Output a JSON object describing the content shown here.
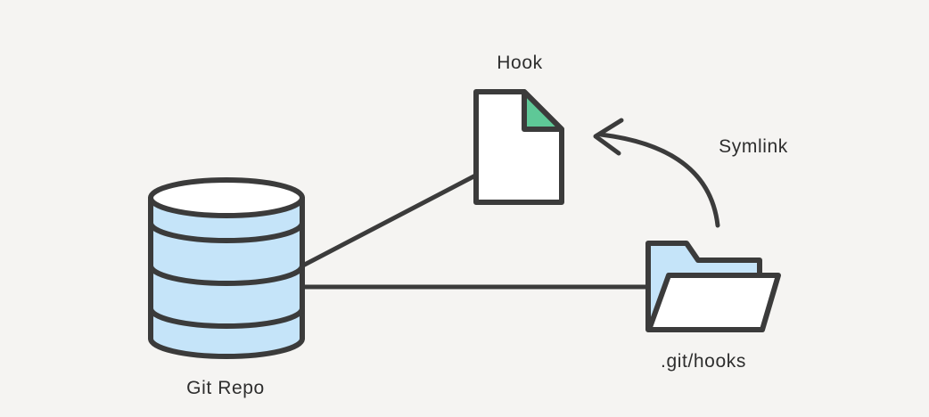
{
  "diagram": {
    "labels": {
      "hook": "Hook",
      "git_repo": "Git Repo",
      "git_hooks": ".git/hooks",
      "symlink": "Symlink"
    },
    "icons": {
      "git_repo": "database-icon",
      "hook": "document-icon",
      "git_hooks": "folder-icon",
      "symlink": "curved-arrow-icon"
    },
    "edges": {
      "repo_to_hook": "line",
      "repo_to_hooks_dir": "line",
      "symlink_arrow": "curved arrow from .git/hooks to Hook"
    },
    "colors": {
      "background": "#f5f4f2",
      "stroke": "#3b3b3b",
      "light_blue": "#c5e4f9",
      "green": "#5ec897",
      "white": "#ffffff",
      "text": "#2e2e2e"
    }
  }
}
